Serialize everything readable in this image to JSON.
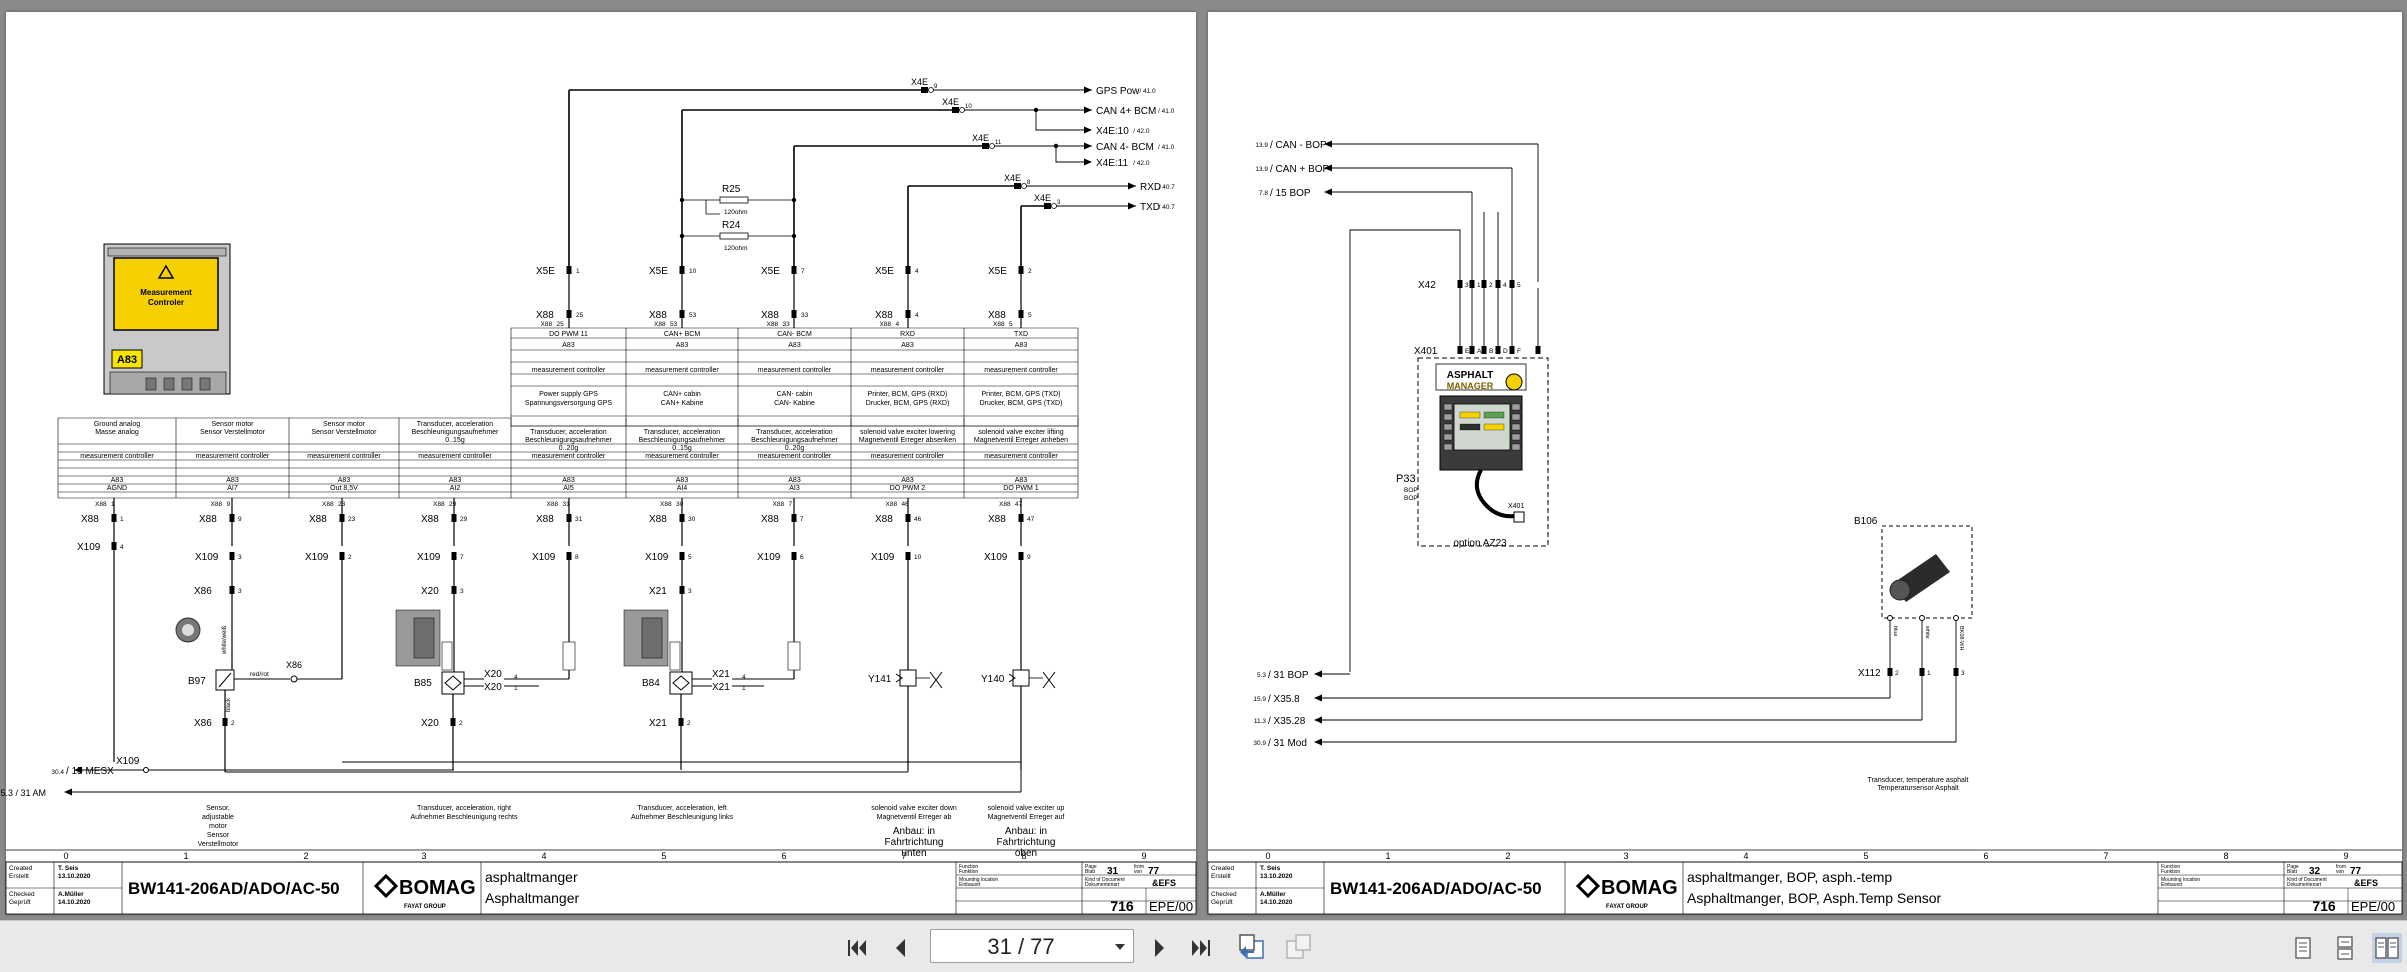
{
  "left_page": {
    "outputs": [
      {
        "conn": "X4E",
        "pin": "9",
        "label": "GPS Pow",
        "ref": "/ 41.0"
      },
      {
        "conn": "X4E",
        "pin": "10",
        "label": "CAN 4+ BCM",
        "ref": "/ 41.0"
      },
      {
        "conn": "",
        "pin": "",
        "label": "X4E:10",
        "ref": "/ 42.0"
      },
      {
        "conn": "X4E",
        "pin": "11",
        "label": "CAN 4- BCM",
        "ref": "/ 41.0"
      },
      {
        "conn": "",
        "pin": "",
        "label": "X4E:11",
        "ref": "/ 42.0"
      },
      {
        "conn": "X4E",
        "pin": "8",
        "label": "RXD",
        "ref": "/ 40.7"
      },
      {
        "conn": "X4E",
        "pin": "3",
        "label": "TXD",
        "ref": "/ 40.7"
      }
    ],
    "resistors": [
      {
        "name": "R25",
        "value": "120ohm"
      },
      {
        "name": "R24",
        "value": "120ohm"
      }
    ],
    "module": {
      "warning": "⚠",
      "text1": "Measurement",
      "text2": "Controler",
      "id": "A83"
    },
    "x5e_pins": [
      "1",
      "10",
      "7",
      "4",
      "2"
    ],
    "x88_top_pins": [
      "25",
      "53",
      "33",
      "4",
      "5"
    ],
    "upper_table": [
      {
        "func": "DO PWM 11",
        "dev": "A83",
        "type": "measurement controller",
        "desc1": "Power supply GPS",
        "desc2": "Spannungsversorgung GPS"
      },
      {
        "func": "CAN+ BCM",
        "dev": "A83",
        "type": "measurement controller",
        "desc1": "CAN+ cabin",
        "desc2": "CAN+ Kabine"
      },
      {
        "func": "CAN- BCM",
        "dev": "A83",
        "type": "measurement controller",
        "desc1": "CAN- cabin",
        "desc2": "CAN- Kabine"
      },
      {
        "func": "RXD",
        "dev": "A83",
        "type": "measurement controller",
        "desc1": "Printer, BCM, GPS (RXD)",
        "desc2": "Drucker, BCM, GPS (RXD)"
      },
      {
        "func": "TXD",
        "dev": "A83",
        "type": "measurement controller",
        "desc1": "Printer, BCM, GPS (TXD)",
        "desc2": "Drucker, BCM, GPS (TXD)"
      }
    ],
    "lower_table": [
      {
        "d1": "Ground analog",
        "d2": "Masse analog",
        "d3": "",
        "type": "measurement controller",
        "dev": "A83",
        "io": "AGND",
        "x88": "1"
      },
      {
        "d1": "Sensor motor",
        "d2": "Sensor Verstellmotor",
        "d3": "",
        "type": "measurement controller",
        "dev": "A83",
        "io": "AI7",
        "x88": "9"
      },
      {
        "d1": "Sensor motor",
        "d2": "Sensor Verstellmotor",
        "d3": "",
        "type": "measurement controller",
        "dev": "A83",
        "io": "Out 8,5V",
        "x88": "23"
      },
      {
        "d1": "Transducer, acceleration",
        "d2": "Beschleunigungsaufnehmer",
        "d3": "0..15g",
        "type": "measurement controller",
        "dev": "A83",
        "io": "AI2",
        "x88": "29"
      },
      {
        "d1": "Transducer, acceleration",
        "d2": "Beschleunigungsaufnehmer",
        "d3": "0..20g",
        "type": "measurement controller",
        "dev": "A83",
        "io": "AI5",
        "x88": "31"
      },
      {
        "d1": "Transducer, acceleration",
        "d2": "Beschleunigungsaufnehmer",
        "d3": "0..15g",
        "type": "measurement controller",
        "dev": "A83",
        "io": "AI4",
        "x88": "30"
      },
      {
        "d1": "Transducer, acceleration",
        "d2": "Beschleunigungsaufnehmer",
        "d3": "0..20g",
        "type": "measurement controller",
        "dev": "A83",
        "io": "AI3",
        "x88": "7"
      },
      {
        "d1": "solenoid valve exciter lowering",
        "d2": "Magnetventil Erreger absenken",
        "d3": "",
        "type": "measurement controller",
        "dev": "A83",
        "io": "DO PWM 2",
        "x88": "46"
      },
      {
        "d1": "solenoid valve exciter lifting",
        "d2": "Magnetventil Erreger anheben",
        "d3": "",
        "type": "measurement controller",
        "dev": "A83",
        "io": "DO PWM 1",
        "x88": "47"
      }
    ],
    "x109_pins": [
      "4",
      "3",
      "2",
      "7",
      "8",
      "5",
      "6",
      "10",
      "9"
    ],
    "x86_upper_pin": "3",
    "x86_lower_pin": "2",
    "x20_pins": [
      "3",
      "2"
    ],
    "x21_pins": [
      "3",
      "2"
    ],
    "x20_side_pins": [
      "4",
      "1"
    ],
    "x21_side_pins": [
      "4",
      "1"
    ],
    "wire_labels": [
      "white/weiß",
      "red/rot",
      "black"
    ],
    "components": [
      "B97",
      "B85",
      "B84",
      "Y141",
      "Y140",
      "X86",
      "X20",
      "X21",
      "X109",
      "X88",
      "X5E"
    ],
    "bottom_lines": [
      {
        "ref": "30.4",
        "label": "/ 15 MESX",
        "x109": "X109"
      },
      {
        "ref": "5.3",
        "label": "/ 31 AM"
      }
    ],
    "captions": [
      [
        "Sensor,",
        "adjustable",
        "motor",
        "Sensor",
        "Verstellmotor"
      ],
      [
        "Transducer, acceleration, right",
        "Aufnehmer Beschleunigung rechts"
      ],
      [
        "Transducer, acceleration, left",
        "Aufnehmer Beschleunigung links"
      ],
      [
        "solenoid valve exciter down",
        "Magnetventil Erreger ab"
      ],
      [
        "solenoid valve exciter up",
        "Magnetventil Erreger auf"
      ]
    ],
    "anbau": [
      [
        "Anbau: in",
        "Fahrtrichtung",
        "unten"
      ],
      [
        "Anbau: in",
        "Fahrtrichtung",
        "oben"
      ]
    ],
    "grid_numbers": [
      "0",
      "1",
      "2",
      "3",
      "4",
      "5",
      "6",
      "7",
      "8",
      "9"
    ],
    "title_block": {
      "created_label": "Created",
      "created_label_de": "Erstellt",
      "created_by": "T. Seis",
      "created_date": "13.10.2020",
      "checked_label": "Checked",
      "checked_label_de": "Geprüft",
      "checked_by": "A.Müller",
      "checked_date": "14.10.2020",
      "model": "BW141-206AD/ADO/AC-50",
      "brand": "BOMAG",
      "brand_sub": "FAYAT GROUP",
      "title1": "asphaltmanger",
      "title2": "Asphaltmanger",
      "func_label": "Function",
      "func_label_de": "Funktion",
      "mount_label": "Mounting location",
      "mount_label_de": "Einbauort",
      "kind_label": "Kind of Document",
      "kind_label_de": "Dokumentenart",
      "page_label": "Page",
      "page_label_de": "Blatt",
      "page": "31",
      "from_label": "from",
      "from_label_de": "von",
      "total": "77",
      "efs": "&EFS",
      "doc": "716",
      "rev": "EPE/00"
    }
  },
  "right_page": {
    "bop_lines": [
      {
        "ref": "13.9",
        "label": "/ CAN - BOP"
      },
      {
        "ref": "13.9",
        "label": "/ CAN + BOP"
      },
      {
        "ref": "7.8",
        "label": "/ 15 BOP"
      }
    ],
    "x42_pins": [
      "3",
      "1",
      "2",
      "4",
      "5"
    ],
    "x401_pins": [
      "E",
      "A",
      "B",
      "D",
      "F"
    ],
    "p33": {
      "id": "P33",
      "l1": "BOP",
      "l2": "BOP",
      "option": "option AZ23",
      "x401": "X401",
      "logo1": "ASPHALT",
      "logo2": "MANAGER"
    },
    "b106": {
      "id": "B106",
      "wires": [
        "blue",
        "white",
        "BK08-WH"
      ],
      "x112": "X112",
      "pins": [
        "2",
        "1",
        "3"
      ]
    },
    "bottom_lines": [
      {
        "ref": "5.3",
        "label": "/ 31 BOP"
      },
      {
        "ref": "15.9",
        "label": "/ X35.8"
      },
      {
        "ref": "11.3",
        "label": "/ X35.28"
      },
      {
        "ref": "30.9",
        "label": "/ 31 Mod"
      }
    ],
    "caption": [
      "Transducer, temperature asphalt",
      "Temperatursensor Asphalt"
    ],
    "grid_numbers": [
      "0",
      "1",
      "2",
      "3",
      "4",
      "5",
      "6",
      "7",
      "8",
      "9"
    ],
    "title_block": {
      "created_label": "Created",
      "created_label_de": "Erstellt",
      "created_by": "T. Seis",
      "created_date": "13.10.2020",
      "checked_label": "Checked",
      "checked_label_de": "Geprüft",
      "checked_by": "A.Müller",
      "checked_date": "14.10.2020",
      "model": "BW141-206AD/ADO/AC-50",
      "brand": "BOMAG",
      "brand_sub": "FAYAT GROUP",
      "title1": "asphaltmanger, BOP, asph.-temp",
      "title2": "Asphaltmanger, BOP, Asph.Temp Sensor",
      "func_label": "Function",
      "func_label_de": "Funktion",
      "mount_label": "Mounting location",
      "mount_label_de": "Einbauort",
      "kind_label": "Kind of Document",
      "kind_label_de": "Dokumentenart",
      "page_label": "Page",
      "page_label_de": "Blatt",
      "page": "32",
      "from_label": "from",
      "from_label_de": "von",
      "total": "77",
      "efs": "&EFS",
      "doc": "716",
      "rev": "EPE/00"
    }
  },
  "toolbar": {
    "page_indicator": "31 / 77"
  }
}
